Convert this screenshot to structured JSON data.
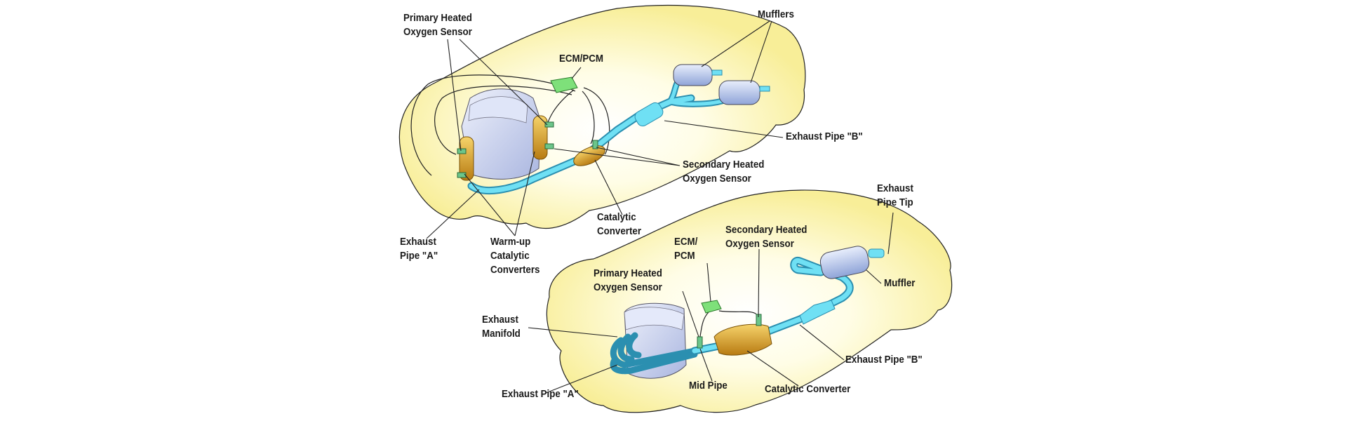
{
  "top_diagram": {
    "labels": {
      "primary_sensor": [
        "Primary Heated",
        "Oxygen Sensor"
      ],
      "mufflers": [
        "Mufflers"
      ],
      "ecm": [
        "ECM/PCM"
      ],
      "exhaust_pipe_b": [
        "Exhaust Pipe \"B\""
      ],
      "secondary_sensor": [
        "Secondary Heated",
        "Oxygen Sensor"
      ],
      "catalytic_converter": [
        "Catalytic",
        "Converter"
      ],
      "exhaust_pipe_a": [
        "Exhaust",
        "Pipe \"A\""
      ],
      "warmup_converters": [
        "Warm-up",
        "Catalytic",
        "Converters"
      ]
    }
  },
  "bottom_diagram": {
    "labels": {
      "exhaust_pipe_tip": [
        "Exhaust",
        "Pipe Tip"
      ],
      "secondary_sensor": [
        "Secondary Heated",
        "Oxygen Sensor"
      ],
      "ecm": [
        "ECM/",
        "PCM"
      ],
      "primary_sensor": [
        "Primary Heated",
        "Oxygen Sensor"
      ],
      "muffler": [
        "Muffler"
      ],
      "exhaust_manifold": [
        "Exhaust",
        "Manifold"
      ],
      "exhaust_pipe_b": [
        "Exhaust Pipe \"B\""
      ],
      "mid_pipe": [
        "Mid Pipe"
      ],
      "catalytic_converter": [
        "Catalytic Converter"
      ],
      "exhaust_pipe_a": [
        "Exhaust Pipe \"A\""
      ]
    }
  },
  "colors": {
    "car_body": "#FBF3A6",
    "pipe": "#5CCFE6",
    "engine": "#C9D3F2",
    "converter": "#E0A82E",
    "ecm": "#7EE07A",
    "sensor": "#6CC58A"
  }
}
